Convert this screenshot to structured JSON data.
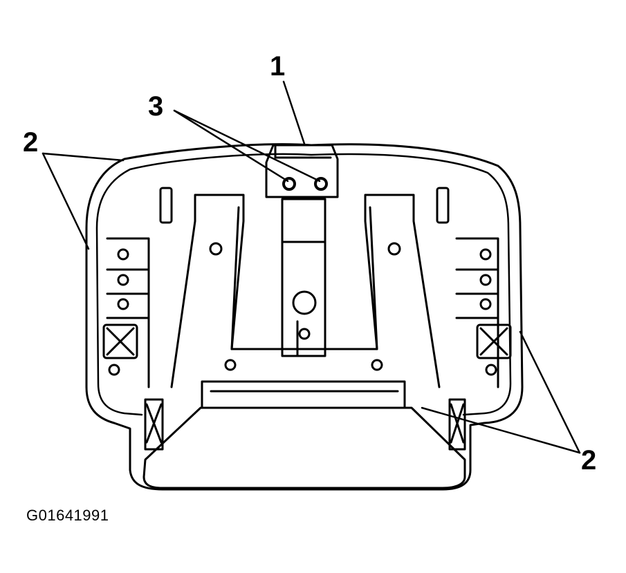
{
  "callouts": {
    "one": "1",
    "two_left": "2",
    "two_right": "2",
    "three": "3"
  },
  "figure_id": "G01641991",
  "colors": {
    "ink": "#000000",
    "paper": "#ffffff"
  }
}
